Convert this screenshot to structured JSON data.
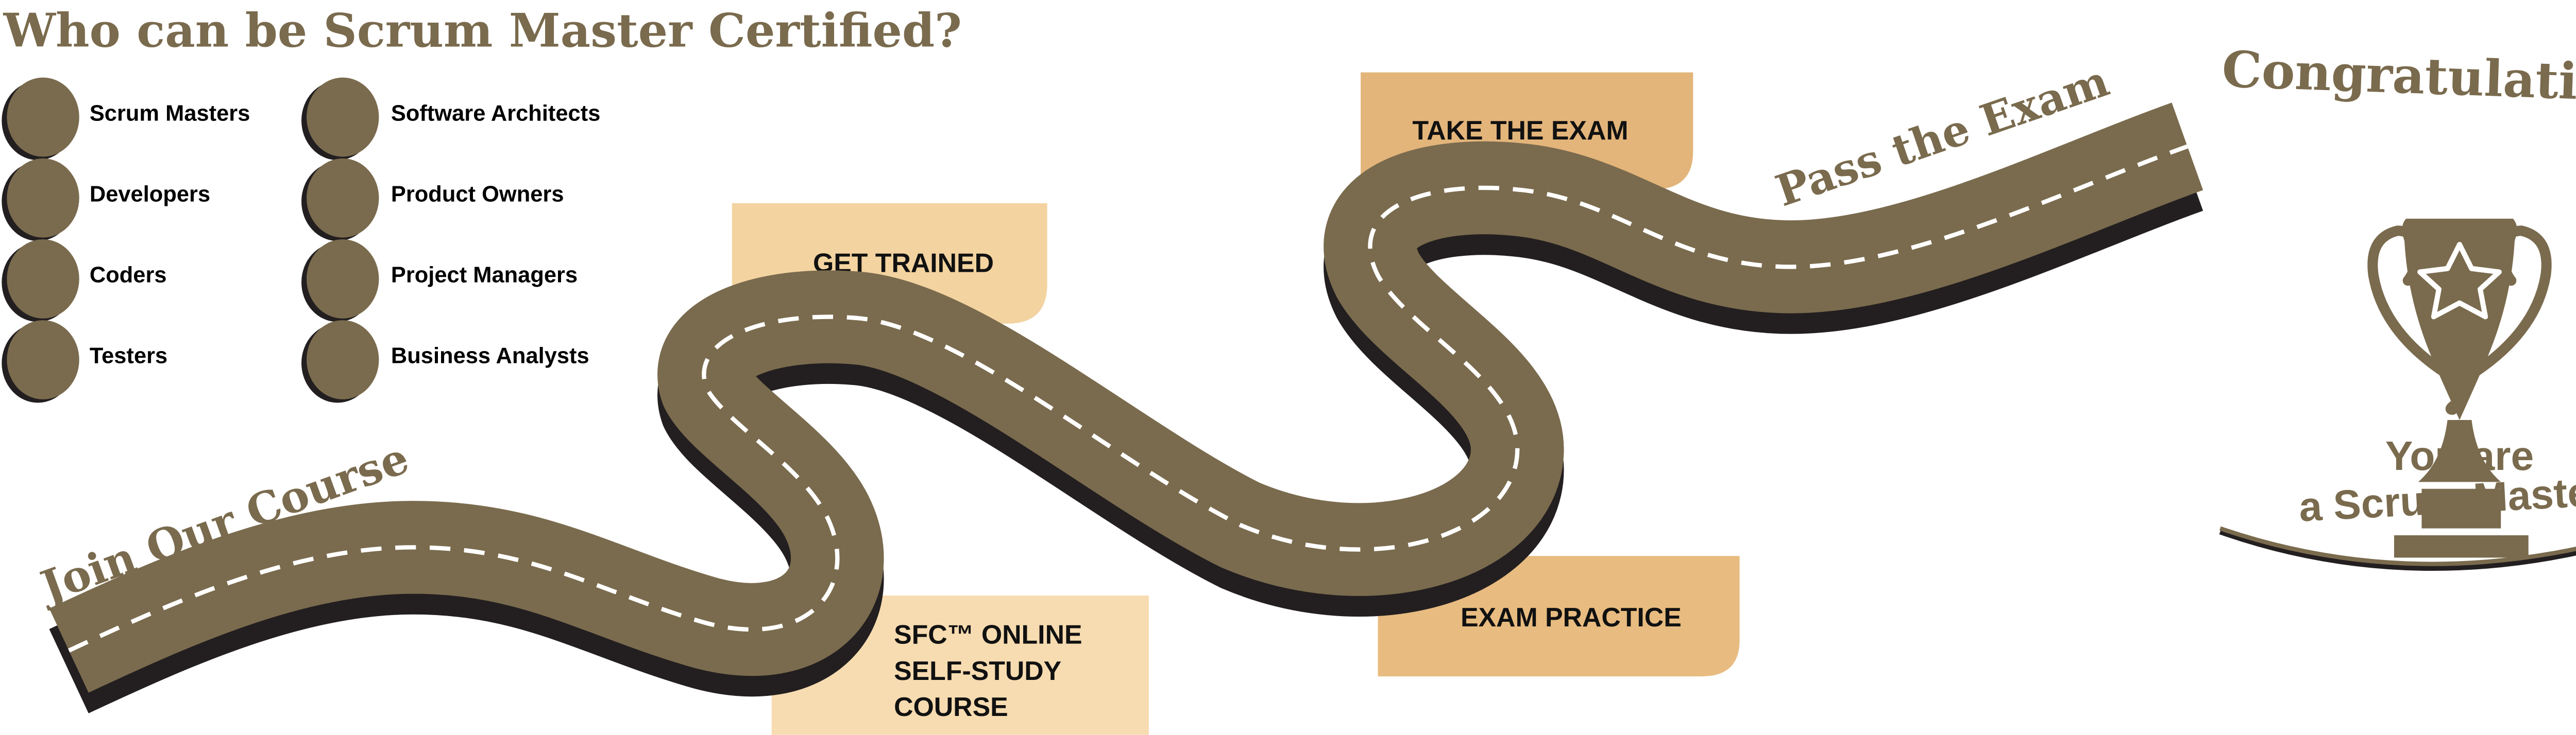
{
  "title": "Who can be Scrum Master Certified?",
  "roles": {
    "col1": [
      "Scrum Masters",
      "Developers",
      "Coders",
      "Testers"
    ],
    "col2": [
      "Software Architects",
      "Product Owners",
      "Project Managers",
      "Business Analysts"
    ]
  },
  "road_labels": {
    "start": "Join Our Course",
    "end": "Pass the Exam"
  },
  "steps": {
    "trained": "GET TRAINED",
    "exam": "TAKE THE EXAM",
    "course": [
      "SFC™ ONLINE",
      "SELF-STUDY",
      "COURSE"
    ],
    "practice": "EXAM PRACTICE"
  },
  "finish": {
    "congrats": "Congratulations!",
    "line1": "You are",
    "line2": "a Scrum Master!"
  },
  "colors": {
    "brand": "#7b6b4e",
    "shadow": "#231f20",
    "step_light": "#f3d3a0",
    "step_dark": "#e3b57b"
  }
}
